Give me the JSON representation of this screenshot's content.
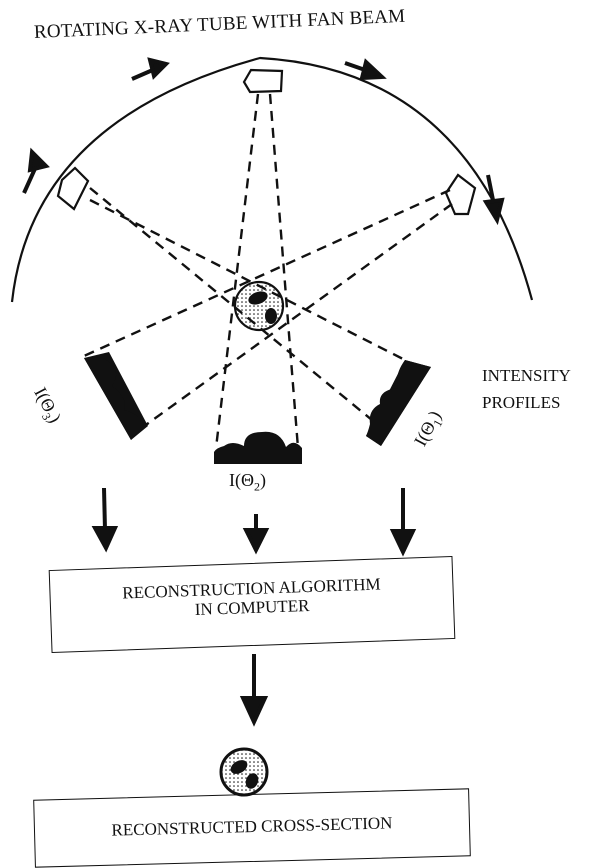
{
  "title": "ROTATING X-RAY TUBE WITH FAN BEAM",
  "intensity_label": [
    "INTENSITY",
    "PROFILES"
  ],
  "profiles": [
    {
      "id": "theta1",
      "label": "I(Θ1)",
      "base": "I(Θ",
      "sub": "1",
      "close": ")"
    },
    {
      "id": "theta2",
      "label": "I(Θ2)",
      "base": "I(Θ",
      "sub": "2",
      "close": ")"
    },
    {
      "id": "theta3",
      "label": "I(Θ3)",
      "base": "I(Θ",
      "sub": "3",
      "close": ")"
    }
  ],
  "algorithm_box": [
    "RECONSTRUCTION ALGORITHM",
    "IN COMPUTER"
  ],
  "result_box": "RECONSTRUCTED CROSS-SECTION",
  "colors": {
    "ink": "#111111",
    "background": "#ffffff"
  }
}
